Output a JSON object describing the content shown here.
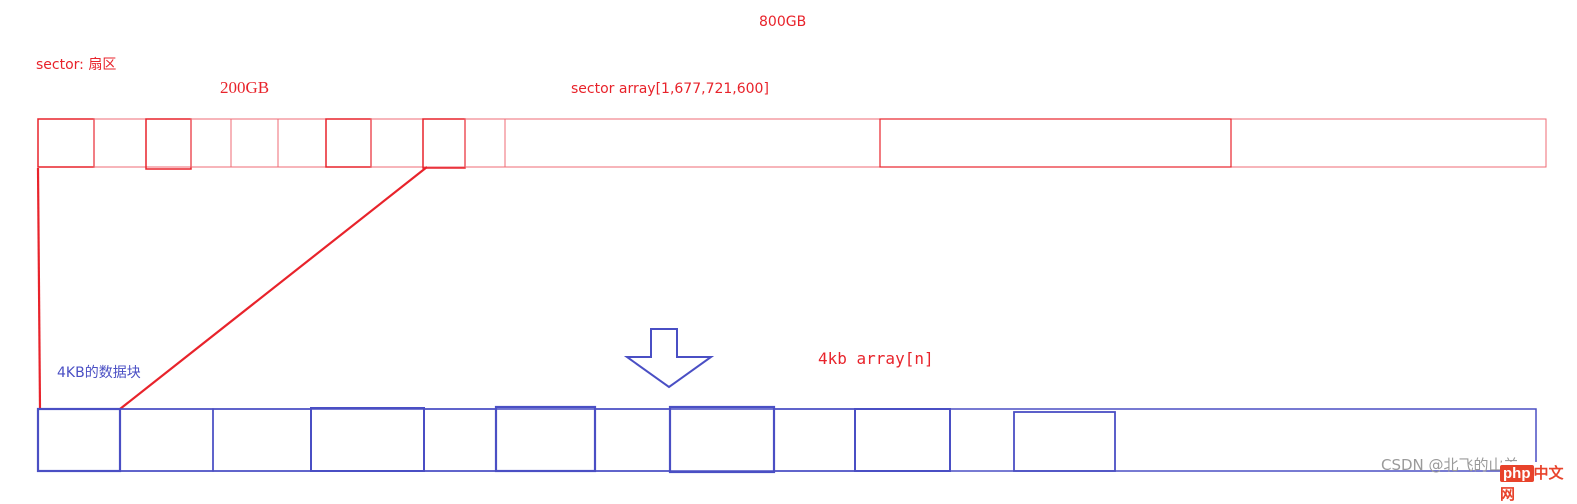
{
  "labels": {
    "total_size": "800GB",
    "sector_note": "sector: 扇区",
    "partition_size": "200GB",
    "sector_array": "sector array[1,677,721,600]",
    "block_note": "4KB的数据块",
    "block_array": "4kb  array[n]"
  },
  "watermark": {
    "text": "CSDN @北飞的山羊",
    "logo_part1": "php",
    "logo_part2": "中文网"
  },
  "colors": {
    "sector_row": "#ef6b74",
    "sector_bold": "#e8232b",
    "block_row": "#4a4fc4",
    "mapping_line": "#e8232b",
    "arrow": "#4a4fc4"
  }
}
